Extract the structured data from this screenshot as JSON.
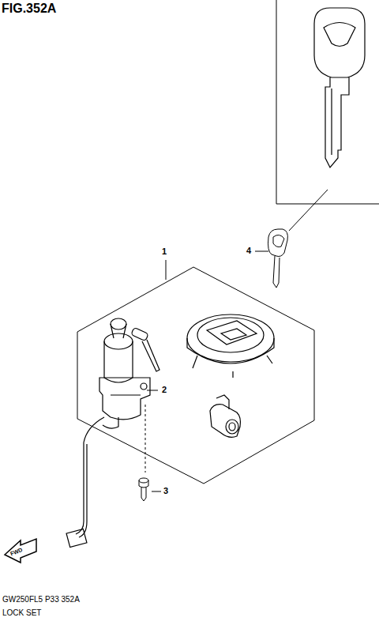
{
  "diagram": {
    "title": "FIG.352A",
    "labels": [
      "1",
      "2",
      "3",
      "4",
      "FWD",
      "GW250FL5 P33 352A",
      "LOCK SET"
    ]
  }
}
